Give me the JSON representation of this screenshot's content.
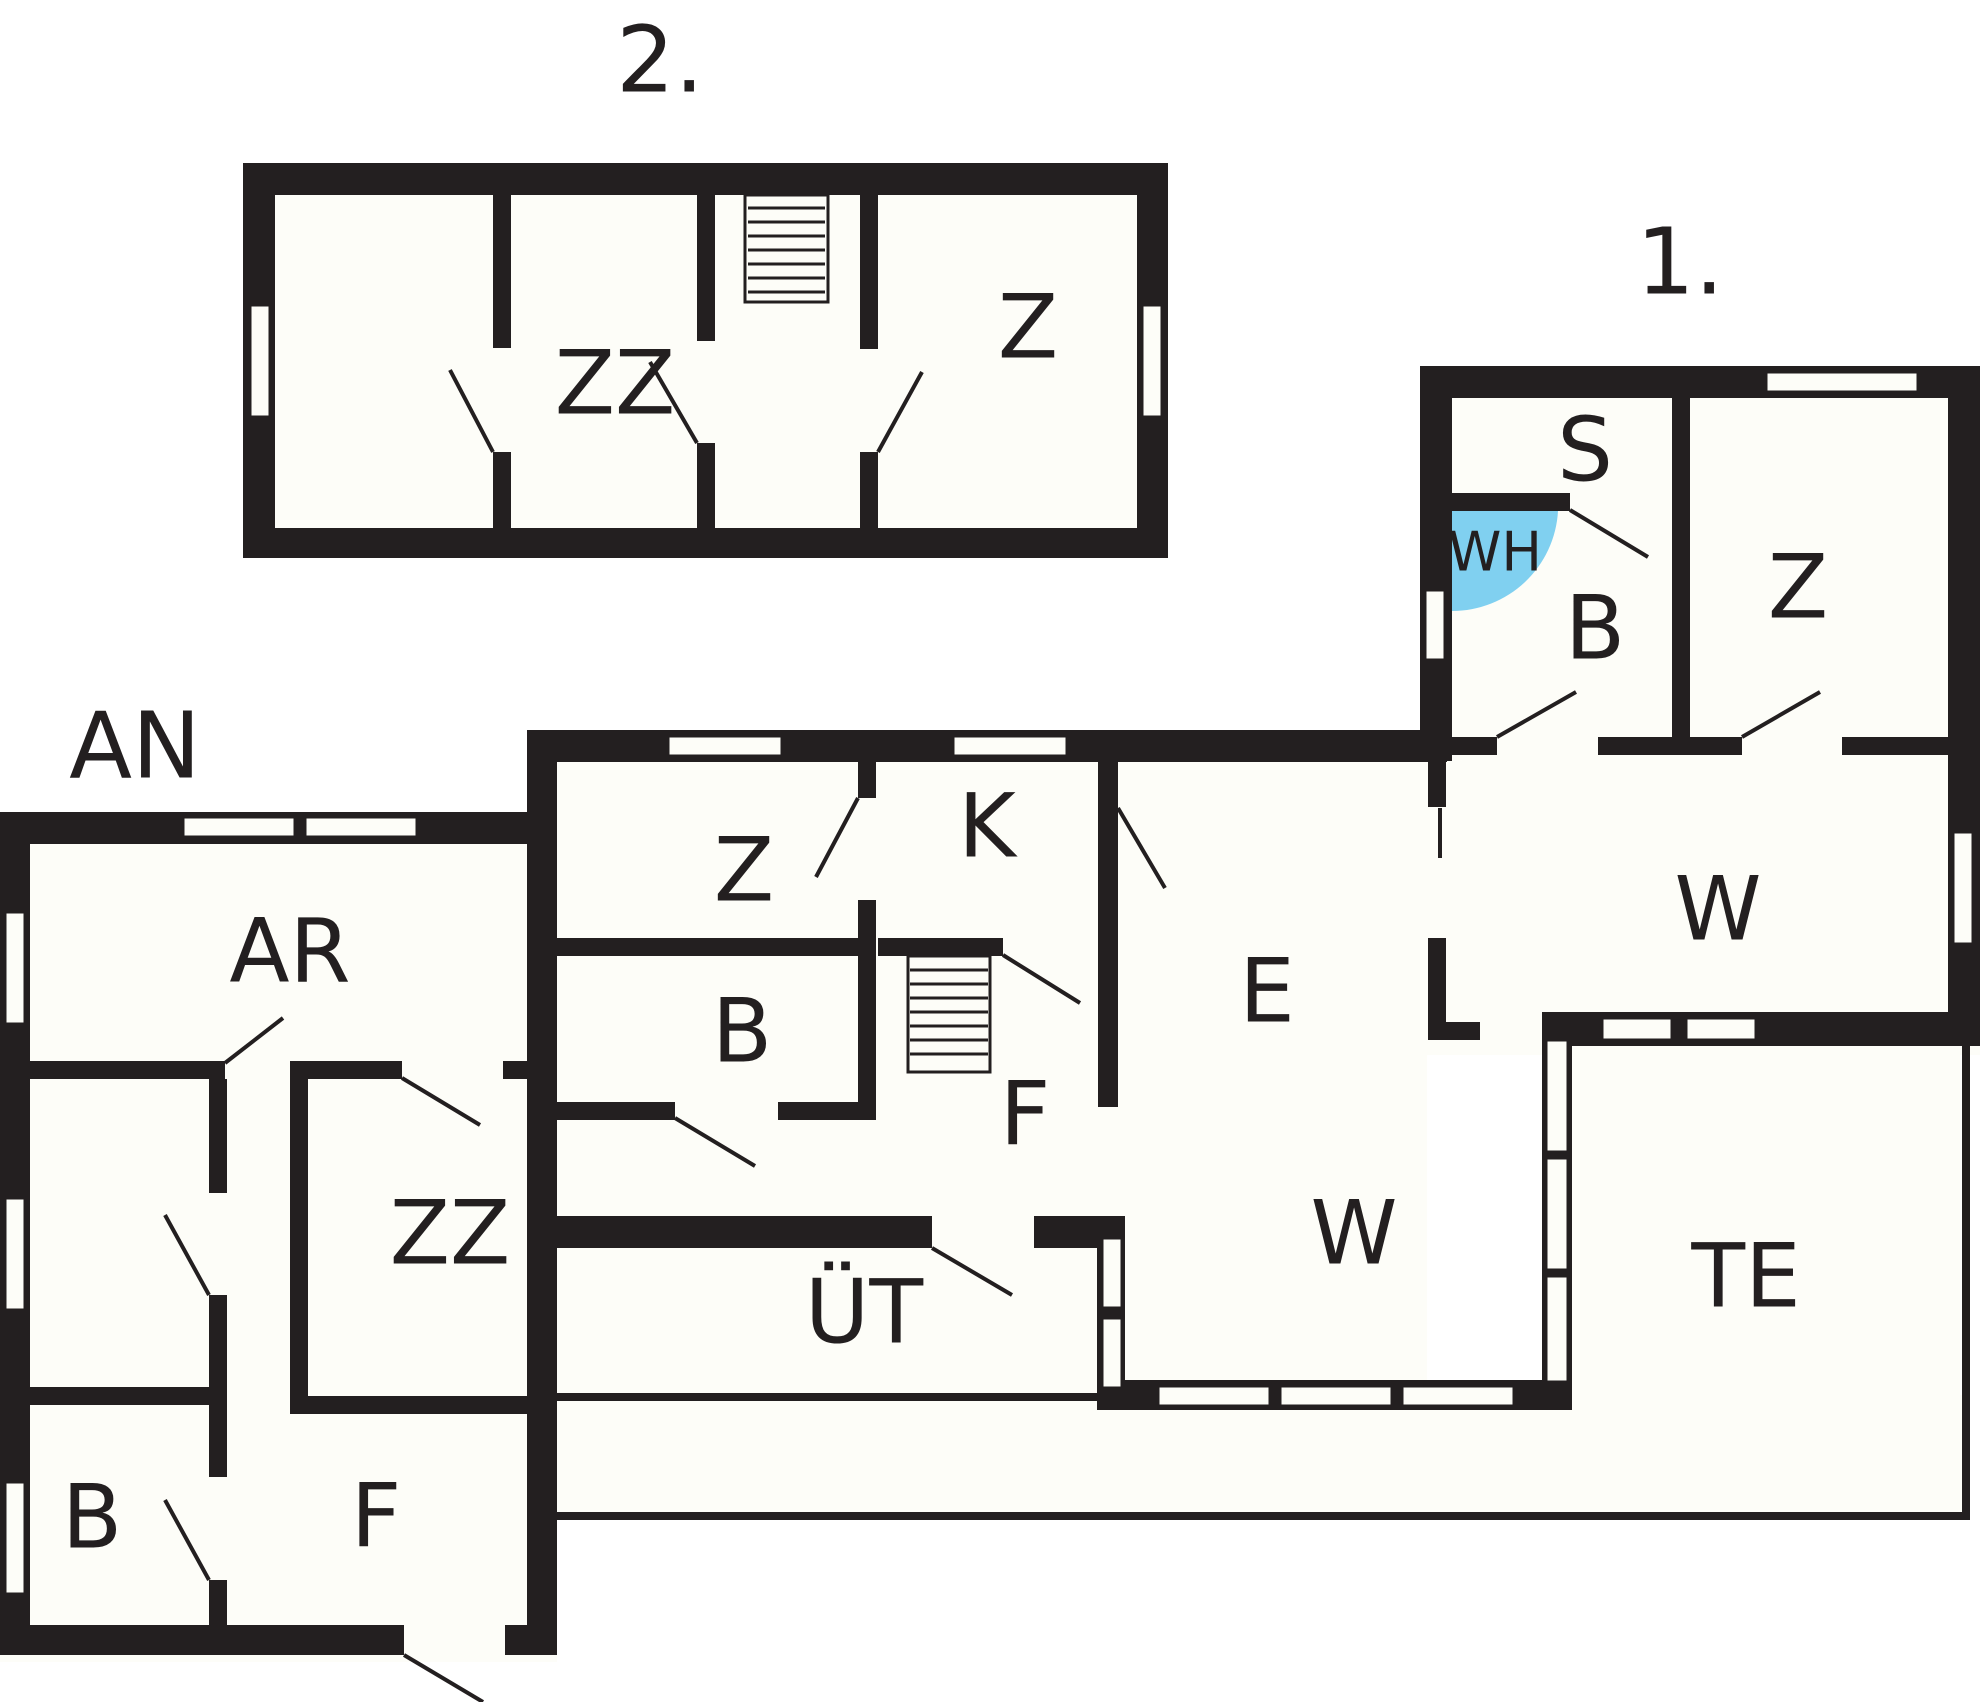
{
  "floor_labels": {
    "upper": "2.",
    "ground": "1.",
    "annex": "AN"
  },
  "rooms": {
    "upper_zz": "ZZ",
    "upper_z": "Z",
    "s": "S",
    "wh": "WH",
    "b_top": "B",
    "z_top_right": "Z",
    "w_right": "W",
    "z_mid": "Z",
    "k": "K",
    "e": "E",
    "b_mid": "B",
    "f_mid": "F",
    "w_center": "W",
    "ut": "ÜT",
    "te": "TE",
    "ar": "AR",
    "zz_left": "ZZ",
    "b_left": "B",
    "f_left": "F"
  },
  "colors": {
    "wall": "#231f20",
    "floor_fill": "#fdfdf8",
    "water_heater": "#80d0f0",
    "background": "#ffffff"
  }
}
